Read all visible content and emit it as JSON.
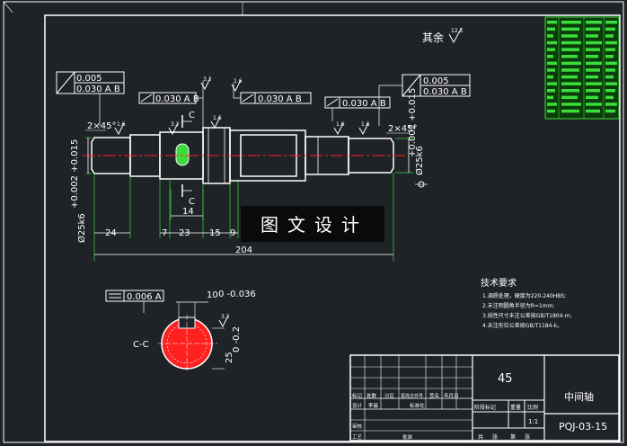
{
  "roughness_other": "其余",
  "roughness_other_value": "12.5",
  "fcf": {
    "left_top": [
      "0.005",
      "0.030 A B"
    ],
    "mid_1": "0.030 A B",
    "mid_2": "0.030 A B",
    "mid_3": "0.030 A B",
    "right_top": [
      "0.005",
      "0.030 A B"
    ],
    "section": "0.006 A"
  },
  "chamfer_left": "2×45°",
  "chamfer_right": "2×45°",
  "roughness_values": [
    "1.6",
    "3.2",
    "1.6",
    "1.6",
    "1.6",
    "3.2",
    "3.2",
    "1.6"
  ],
  "section_mark": "C",
  "dims": {
    "d24": "24",
    "d7": "7",
    "d23": "23",
    "d15": "15",
    "d9": "9",
    "overall": "204",
    "left_dia": "Ø25k6",
    "left_tol": "+0.002 +0.015",
    "right_dia": "Ø25k6",
    "right_tol": "+0.002 +0.015",
    "section_width": "10",
    "section_width_tol": "0 -0.036",
    "section_depth": "25",
    "section_depth_tol": "0 -0.2"
  },
  "watermark": "图文设计",
  "section_label": "C-C",
  "tech_req": {
    "title": "技术要求",
    "items": [
      "1.调质处理，硬度为220-240HBS;",
      "2.未注明圆角半径为R=1mm;",
      "3.线性尺寸未注公差按GB/T1804-m;",
      "4.未注形位公差按GB/T1184-k。"
    ]
  },
  "title_block": {
    "material": "45",
    "part_name": "中间轴",
    "drawing_no": "PQJ-03-15",
    "scale": "1:1",
    "headers": [
      "标记",
      "处数",
      "分区",
      "更改文件号",
      "签名",
      "年月日"
    ],
    "headers2": [
      "阶段标记",
      "重量",
      "比例"
    ],
    "row_design": [
      "设计",
      "李晨",
      "标准化"
    ],
    "row_check": [
      "审核"
    ],
    "row_process": [
      "工艺",
      "批准"
    ],
    "sheet": [
      "共",
      "张",
      "第",
      "张"
    ]
  },
  "colors": {
    "background": "#1f2227",
    "line": "#ffffff",
    "green": "#3bdc3b",
    "red": "#ff2020",
    "yellow": "#f0e040"
  }
}
